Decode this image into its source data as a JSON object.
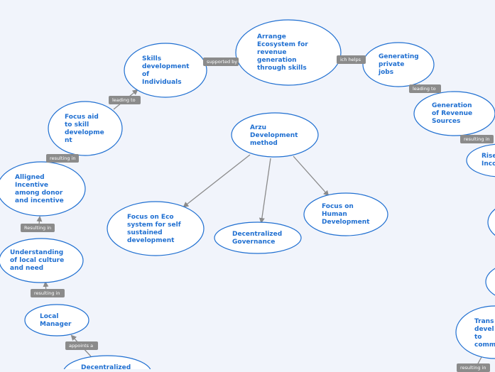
{
  "diagram": {
    "colors": {
      "background": "#f1f4fb",
      "node_fill": "#ffffff",
      "node_border": "#1f6fd1",
      "node_text": "#1f6fd1",
      "connector": "#8b8b8b",
      "tag_fill": "#8b8b8b",
      "tag_text": "#ffffff"
    },
    "nodes": {
      "central": "Arzu\nDevelopment\nmethod",
      "focus_eco": "Focus on  Eco\nsystem for self\nsustained\ndevelopment",
      "decentralized_gov": "Decentralized\nGovernance",
      "focus_human": "Focus on\nHuman\nDevelopment",
      "arrange_ecosystem": "Arrange\nEcosystem for\nrevenue\ngeneration\nthrough skills",
      "skills_dev": "Skills\ndevelopment\nof\nIndividuals",
      "focus_aid": "Focus aid\nto skill\ndevelopme\nnt",
      "alligned": "Alligned\nIncentive\namong donor\nand incentive",
      "understanding": "Understanding\nof local culture\nand need",
      "local_manager": "Local\nManager",
      "decentralized_bottom": "Decentralized",
      "generating_jobs": "Generating\nprivate\njobs",
      "revenue_sources": "Generation\nof Revenue\nSources",
      "rise_income": "Rise\nInco",
      "transform": "Trans\ndevel\nto\ncomm"
    },
    "tags": {
      "supported_by": "supported by",
      "which_helps": "ich helps",
      "leading_to_1": "leading to",
      "resulting_in_1": "resulting in",
      "resulting_in_2": "Resulting in",
      "resulting_in_3": "resulting in",
      "appoints_a": "appoints a",
      "leading_to_2": "leading to",
      "resulting_in_4": "resulting in",
      "resulting_in_5": "resulting in"
    }
  }
}
